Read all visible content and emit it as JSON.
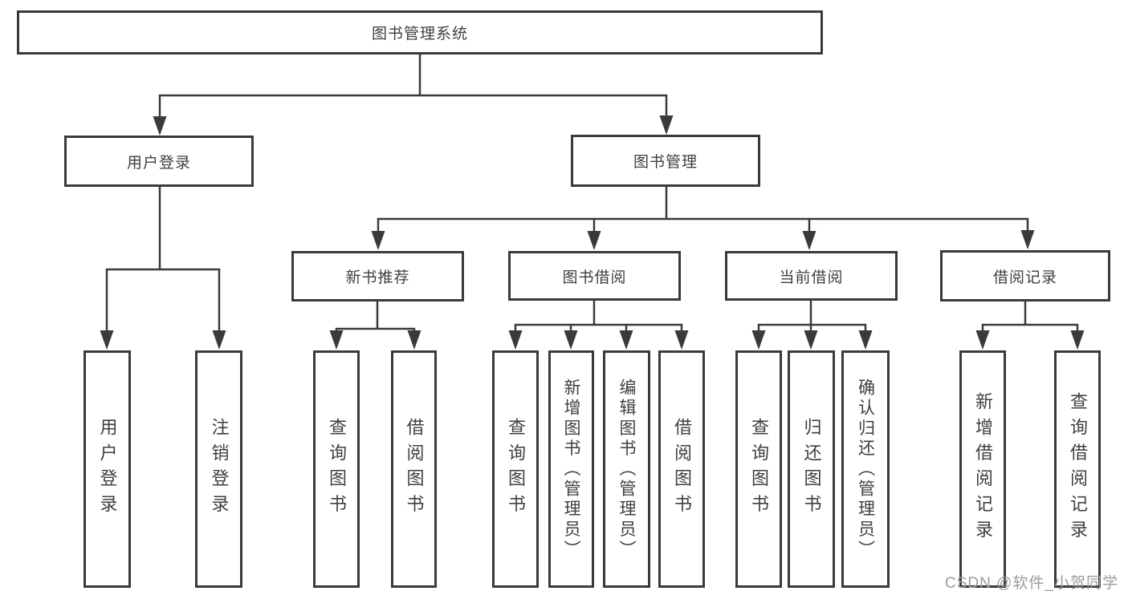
{
  "tree": {
    "root": "图书管理系统",
    "children": [
      {
        "label": "用户登录",
        "children": [
          "用户登录",
          "注销登录"
        ]
      },
      {
        "label": "图书管理",
        "children": [
          {
            "label": "新书推荐",
            "children": [
              "查询图书",
              "借阅图书"
            ]
          },
          {
            "label": "图书借阅",
            "children": [
              "查询图书",
              "新增图书（管理员）",
              "编辑图书（管理员）",
              "借阅图书"
            ]
          },
          {
            "label": "当前借阅",
            "children": [
              "查询图书",
              "归还图书",
              "确认归还（管理员）"
            ]
          },
          {
            "label": "借阅记录",
            "children": [
              "新增借阅记录",
              "查询借阅记录"
            ]
          }
        ]
      }
    ]
  },
  "watermark": "CSDN @软件_小贺同学",
  "colors": {
    "line": "#3a3a3a",
    "text": "#3f3f3f",
    "watermark": "#9b9b9b",
    "background": "#ffffff"
  }
}
